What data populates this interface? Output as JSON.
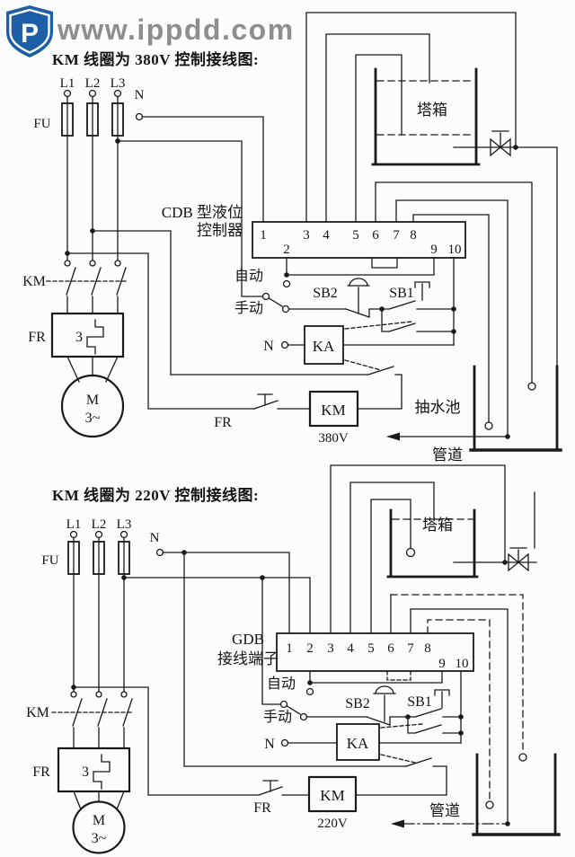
{
  "logo": {
    "text": "www.ippdd.com",
    "shield_letter": "P",
    "shield_color": "#1d5fa6",
    "text_color": "#8e8e8e"
  },
  "colors": {
    "line": "#1a1a1a",
    "background": "#fcfcfc"
  },
  "diagram_380v": {
    "title": "KM 线圈为 380V 控制接线图:",
    "phases": [
      "L1",
      "L2",
      "L3"
    ],
    "neutral": "N",
    "fuse": "FU",
    "contactor": "KM",
    "thermal_relay": "FR",
    "thermal_number": "3",
    "motor_letter": "M",
    "motor_phases": "3~",
    "controller_line1": "CDB 型液位",
    "controller_line2": "控制器",
    "terminals_row1": [
      "1",
      "3",
      "4",
      "5",
      "6",
      "7",
      "8"
    ],
    "terminal_2": "2",
    "terminal_9": "9",
    "terminal_10": "10",
    "auto_label": "自动",
    "manual_label": "手动",
    "stop_button": "SB2",
    "start_button": "SB1",
    "relay": "KA",
    "relay_neutral": "N",
    "coil": "KM",
    "coil_voltage": "380V",
    "coil_thermal": "FR",
    "tank_label": "塔箱",
    "pool_label": "抽水池",
    "pipe_label": "管道"
  },
  "diagram_220v": {
    "title": "KM 线圈为 220V 控制接线图:",
    "phases": [
      "L1",
      "L2",
      "L3"
    ],
    "neutral": "N",
    "fuse": "FU",
    "contactor": "KM",
    "thermal_relay": "FR",
    "thermal_number": "3",
    "motor_letter": "M",
    "motor_phases": "3~",
    "terminal_block_line1": "GDB",
    "terminal_block_line2": "接线端子",
    "terminals_row1": [
      "1",
      "2",
      "3",
      "4",
      "5",
      "6",
      "7",
      "8"
    ],
    "terminal_9": "9",
    "terminal_10": "10",
    "auto_label": "自动",
    "manual_label": "手动",
    "stop_button": "SB2",
    "start_button": "SB1",
    "relay": "KA",
    "relay_neutral": "N",
    "coil": "KM",
    "coil_voltage": "220V",
    "coil_thermal": "FR",
    "tank_label": "塔箱",
    "pipe_label": "管道"
  }
}
